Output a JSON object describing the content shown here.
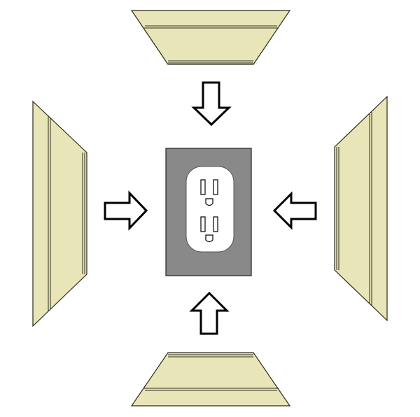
{
  "colors": {
    "background": "#ffffff",
    "trim_fill": "#e8e6b8",
    "trim_stroke": "#2a2a1a",
    "plate_fill": "#898989",
    "outlet_fill": "#ffffff",
    "arrow_fill": "#ffffff",
    "arrow_stroke": "#000000"
  },
  "icons": {
    "outlet": "duplex-outlet-icon",
    "arrow": "outlined-arrow-icon"
  },
  "parts": [
    "trim-top",
    "trim-bottom",
    "trim-left",
    "trim-right",
    "outlet-plate"
  ],
  "arrows": [
    "down",
    "up",
    "right",
    "left"
  ]
}
